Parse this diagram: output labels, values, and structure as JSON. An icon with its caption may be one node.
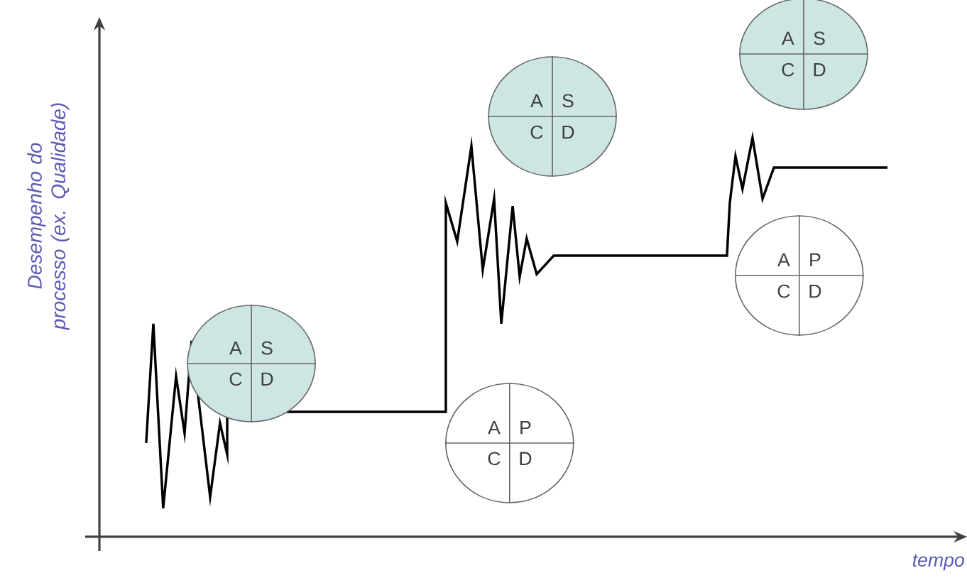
{
  "diagram": {
    "nodes": [
      {
        "text": [
          "A",
          "S",
          "C",
          "D"
        ]
      },
      {
        "text": [
          "A",
          "S",
          "C",
          "D"
        ]
      },
      {
        "text": [
          "A",
          "P",
          "C",
          "D"
        ]
      },
      {
        "text": [
          "A",
          "S",
          "C",
          "D"
        ]
      },
      {
        "text": [
          "A",
          "P",
          "C",
          "D"
        ]
      }
    ],
    "labels": [
      "Desempenho do processo (ex. Qualidade)",
      "tempo"
    ]
  }
}
